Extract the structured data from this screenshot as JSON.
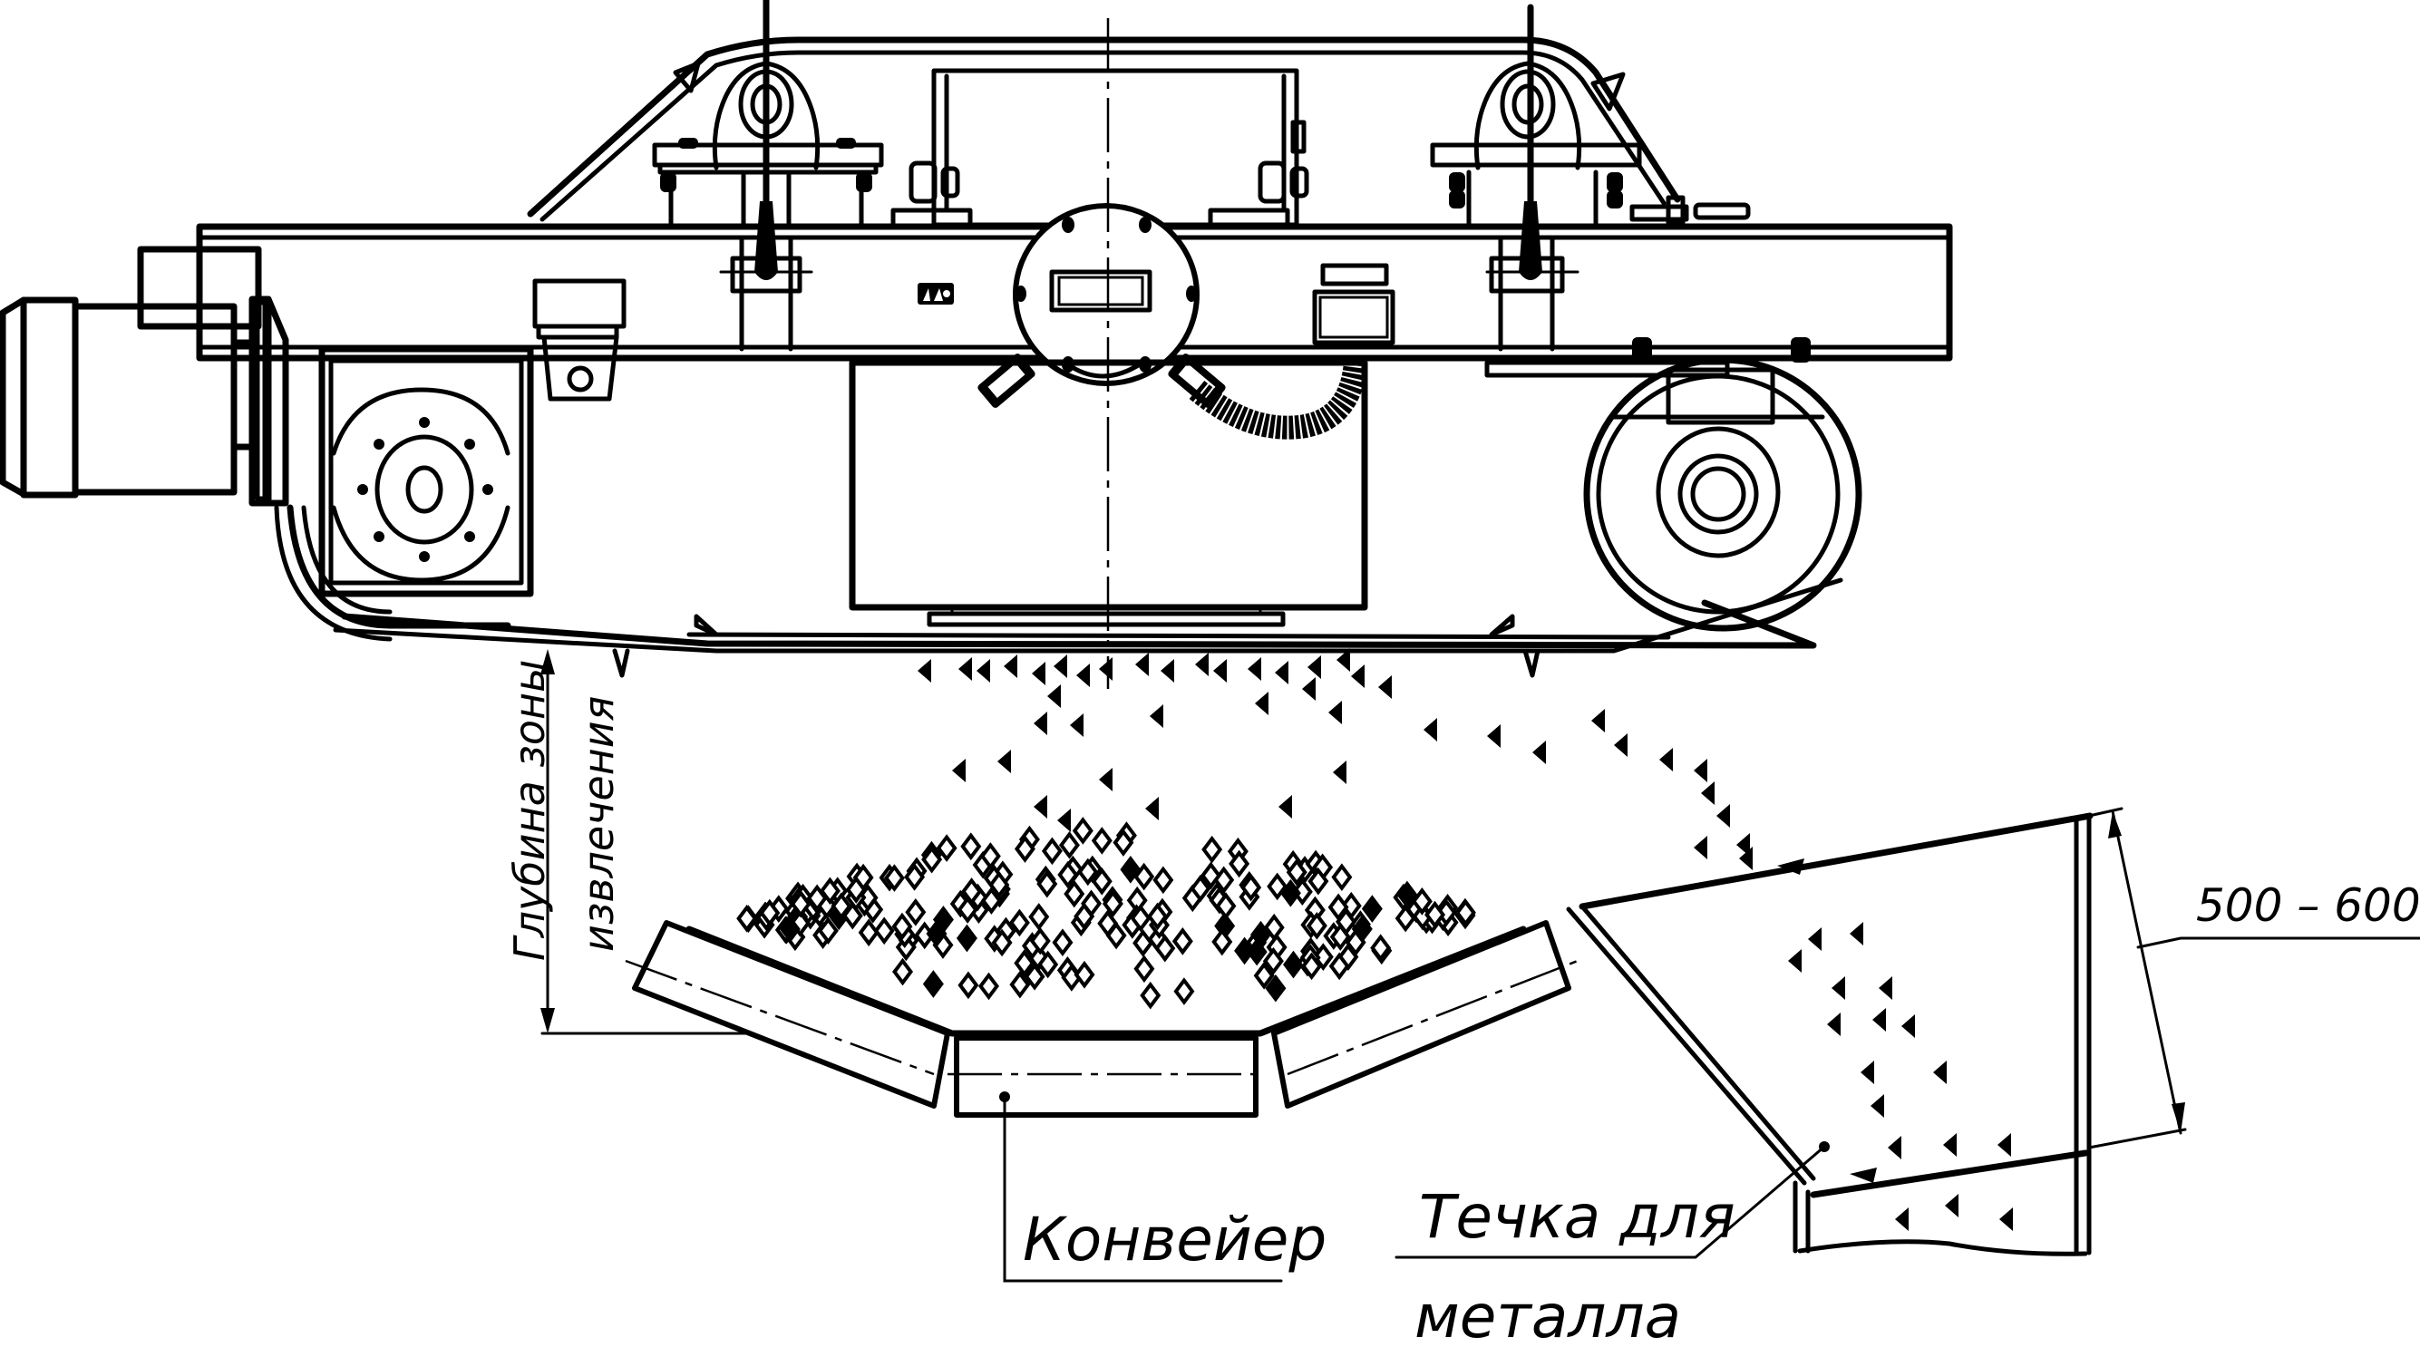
{
  "drawing": {
    "subject": "Suspended belt magnetic separator over troughed belt conveyor",
    "background_color": "#ffffff",
    "line_color": "#000000"
  },
  "labels": {
    "depth_line1": "Глубина зоны",
    "depth_line2": "извлечения",
    "conveyor": "Конвейер",
    "chute_line1": "Течка для",
    "chute_line2": "металла",
    "dimension": "500 – 600"
  },
  "components": [
    {
      "id": "drive-motor",
      "name": "Drive motor"
    },
    {
      "id": "motor-terminal-box",
      "name": "Motor terminal box"
    },
    {
      "id": "gearbox",
      "name": "Worm gearbox"
    },
    {
      "id": "main-frame",
      "name": "Main frame beam"
    },
    {
      "id": "lifting-lugs",
      "name": "Lifting eye bolts"
    },
    {
      "id": "bearing-units",
      "name": "Bearing units with pulleys"
    },
    {
      "id": "magnet-body",
      "name": "Electromagnet core"
    },
    {
      "id": "junction-box",
      "name": "Round terminal/junction box"
    },
    {
      "id": "cable-conduit",
      "name": "Flexible cable conduit"
    },
    {
      "id": "tail-pulley",
      "name": "Tail pulley"
    },
    {
      "id": "separator-belt",
      "name": "Separator belt with cleats"
    },
    {
      "id": "conveyor-idlers",
      "name": "Troughed conveyor idlers"
    },
    {
      "id": "bulk-material",
      "name": "Bulk material on conveyor"
    },
    {
      "id": "tramp-metal",
      "name": "Extracted metal particles"
    },
    {
      "id": "metal-chute",
      "name": "Metal discharge chute"
    }
  ]
}
